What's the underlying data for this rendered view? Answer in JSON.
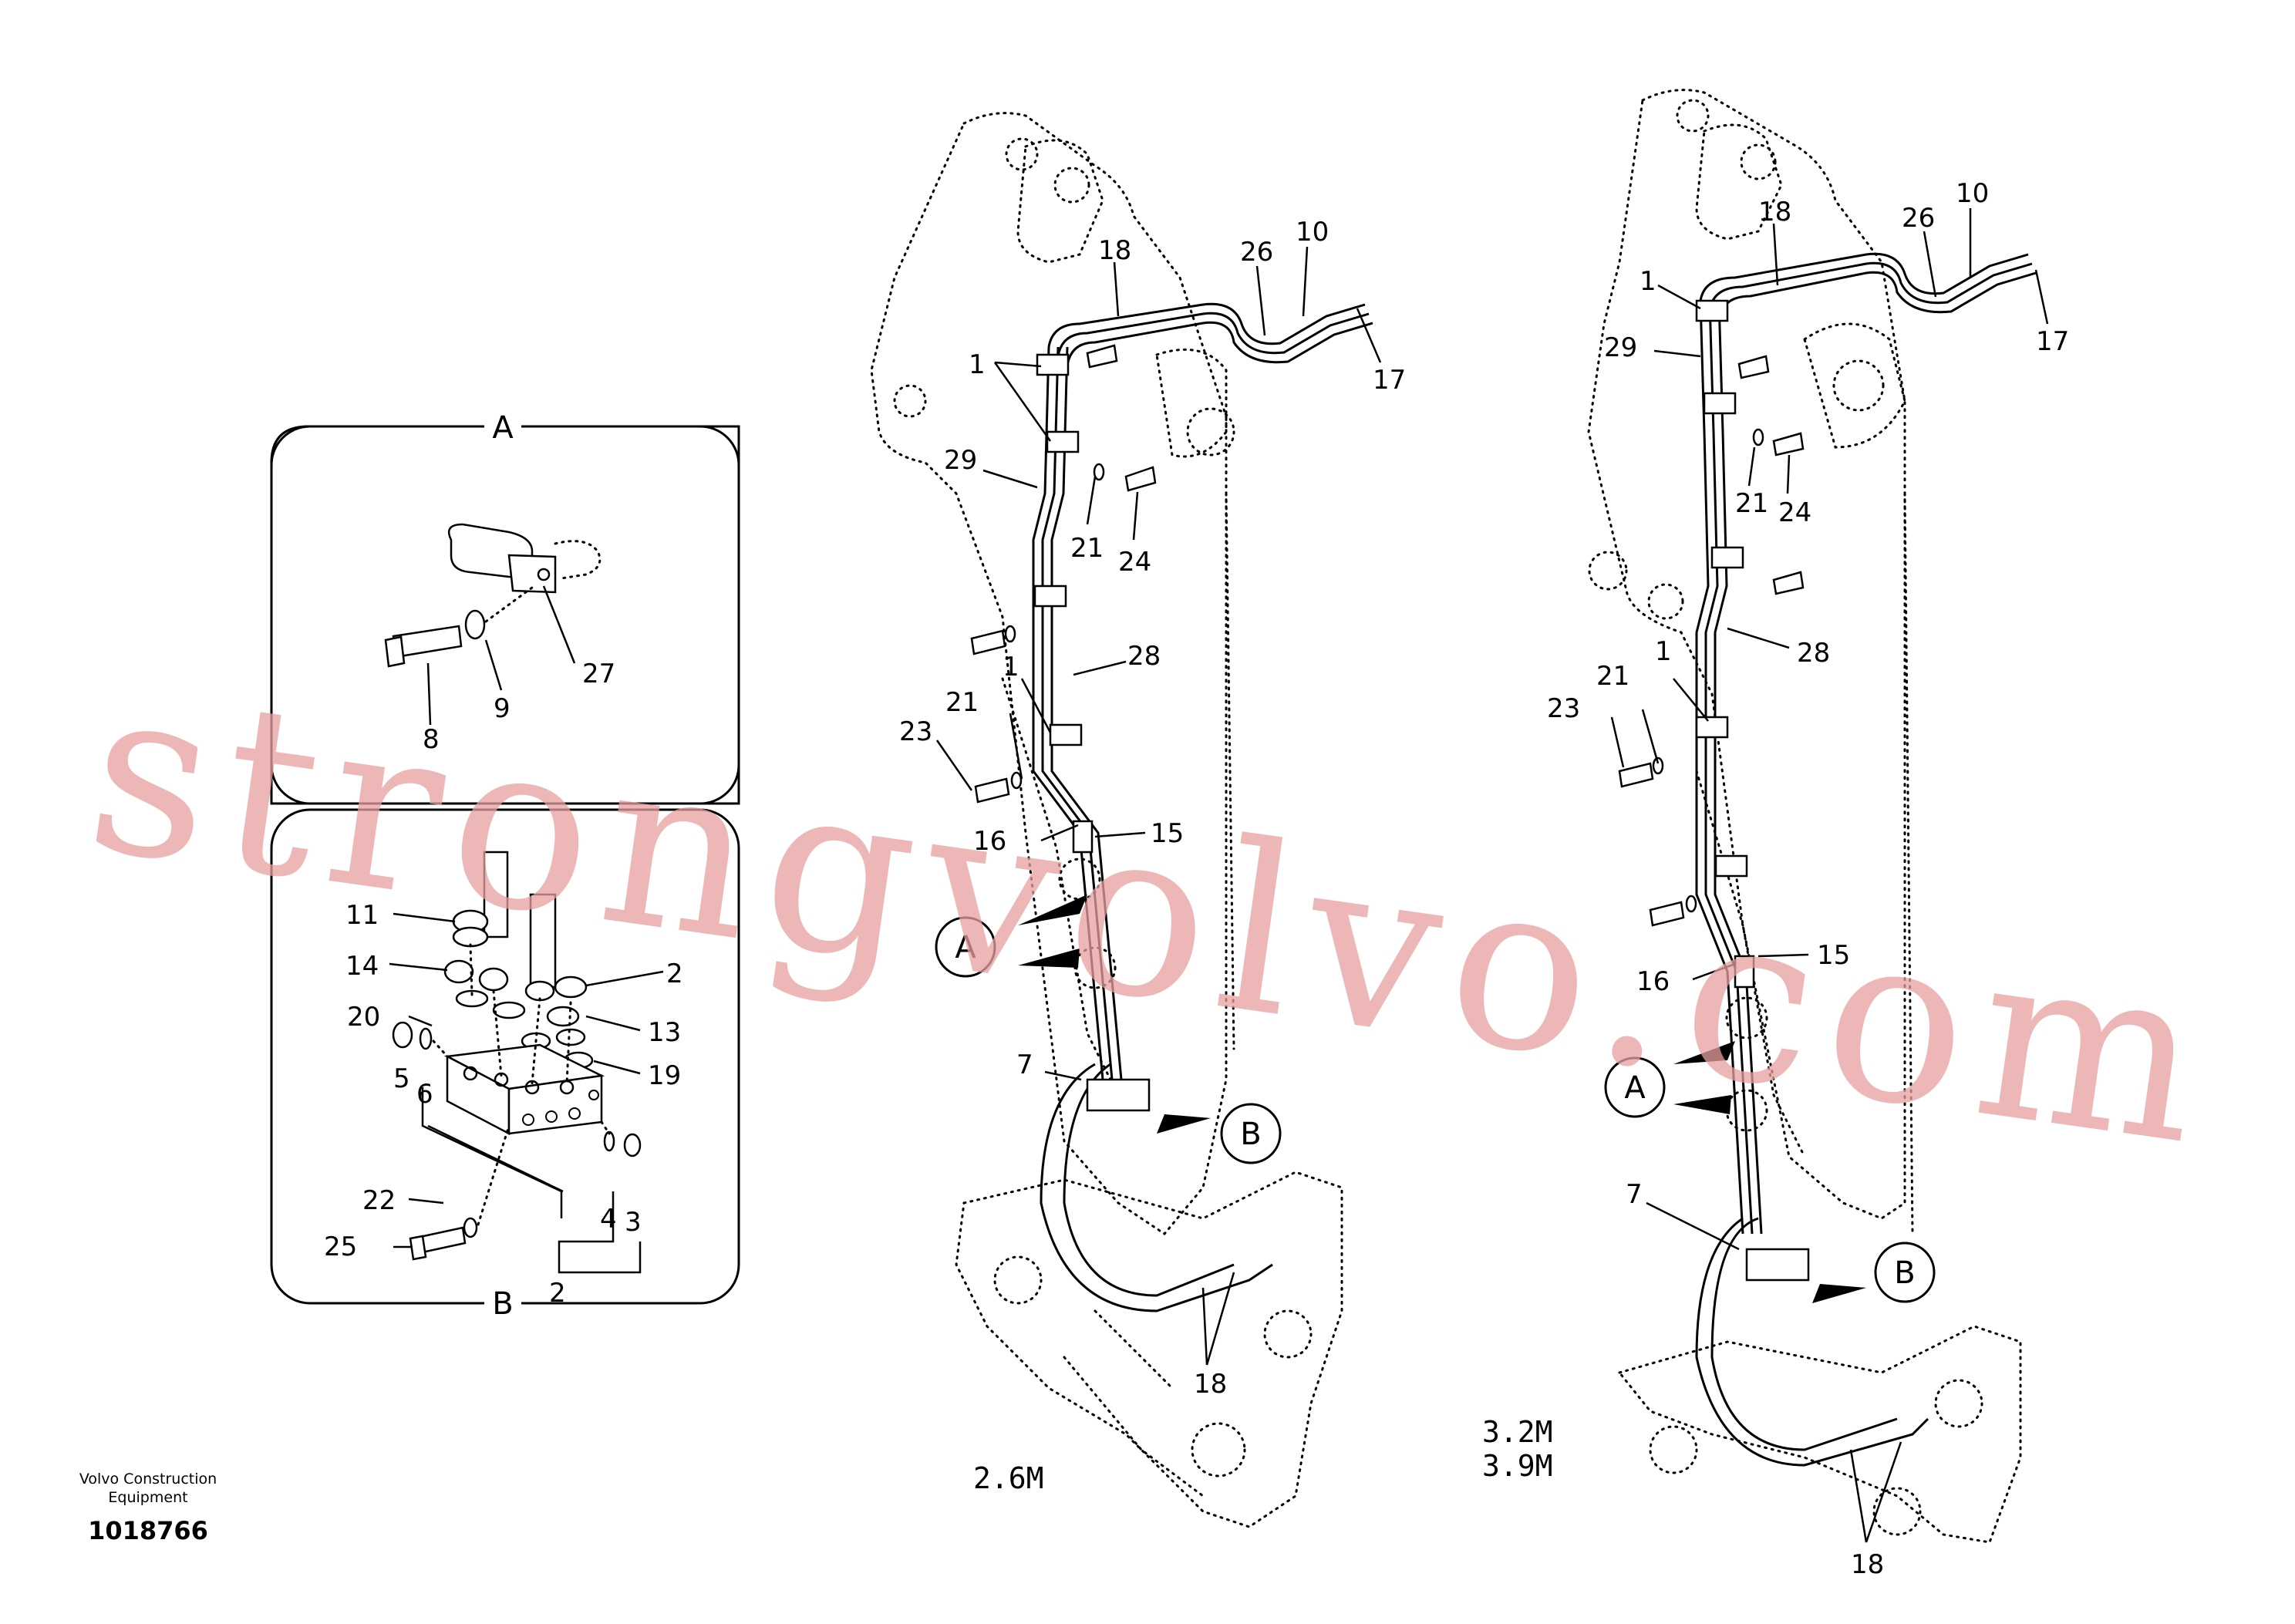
{
  "detail_a": {
    "label": "A",
    "callouts": [
      "27",
      "9",
      "8"
    ]
  },
  "detail_b": {
    "label": "B",
    "callouts": [
      "11",
      "14",
      "2",
      "20",
      "13",
      "19",
      "5",
      "6",
      "22",
      "25",
      "4",
      "3",
      "2"
    ]
  },
  "boom_left": {
    "variant": "2.6M",
    "callouts": [
      "18",
      "26",
      "10",
      "17",
      "1",
      "29",
      "21",
      "24",
      "28",
      "1",
      "23",
      "21",
      "16",
      "15",
      "7",
      "18"
    ],
    "ref_a": "A",
    "ref_b": "B"
  },
  "boom_right": {
    "variant_1": "3.2M",
    "variant_2": "3.9M",
    "callouts": [
      "18",
      "26",
      "10",
      "1",
      "17",
      "29",
      "21",
      "24",
      "28",
      "23",
      "21",
      "1",
      "16",
      "15",
      "7",
      "18"
    ],
    "ref_a": "A",
    "ref_b": "B"
  },
  "footer": {
    "company_line_1": "Volvo Construction",
    "company_line_2": "Equipment",
    "part_number": "1018766"
  },
  "watermark": "strongvolvo.com"
}
